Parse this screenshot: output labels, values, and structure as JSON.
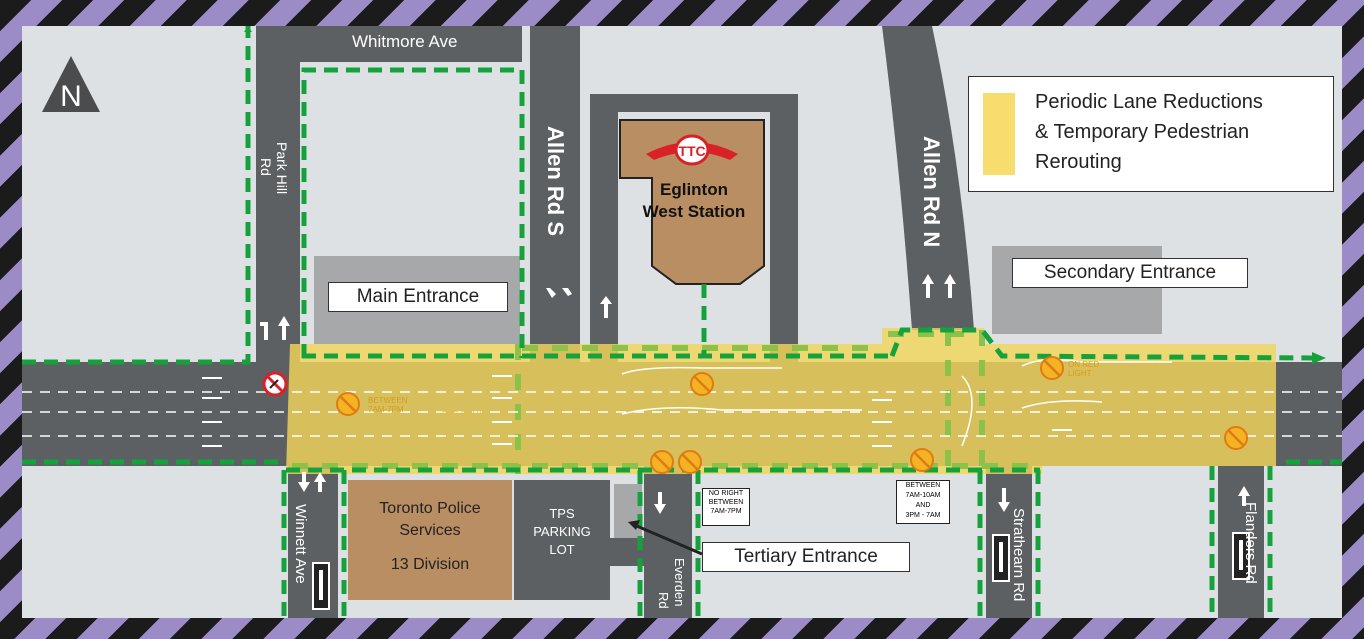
{
  "streets": {
    "whitmore": "Whitmore Ave",
    "park_hill_1": "Park Hill",
    "park_hill_2": "Rd",
    "allen_s": "Allen Rd S",
    "allen_n": "Allen Rd N",
    "winnett": "Winnett Ave",
    "everden_1": "Everden",
    "everden_2": "Rd",
    "strathearn": "Strathearn Rd",
    "flanders": "Flanders Rd"
  },
  "north_label": "N",
  "station": {
    "line1": "Eglinton",
    "line2": "West Station",
    "logo_text": "TTC"
  },
  "entrances": {
    "main": "Main Entrance",
    "secondary": "Secondary Entrance",
    "tertiary": "Tertiary Entrance"
  },
  "police": {
    "line1": "Toronto Police",
    "line2": "Services",
    "line3": "13 Division"
  },
  "tps_lot": {
    "line1": "TPS",
    "line2": "PARKING",
    "line3": "LOT"
  },
  "legend": {
    "line1": "Periodic Lane Reductions",
    "line2": "& Temporary Pedestrian",
    "line3": "Rerouting",
    "swatch_color": "#f7dd6e"
  },
  "signs": {
    "between_7_7": "BETWEEN 7AM-7PM",
    "bus_only": "BUS ONLY",
    "on_red_light": "ON RED LIGHT",
    "no_right_1": "NO RIGHT",
    "no_right_2": "BETWEEN",
    "no_right_3": "7AM-7PM",
    "between_a": "BETWEEN",
    "between_b": "7AM-10AM",
    "between_c": "AND",
    "between_d": "3PM - 7AM"
  },
  "colors": {
    "road": "#5d6062",
    "ground": "#dee1e3",
    "building_grey": "#a6a8aa",
    "station_brown": "#b98e63",
    "ttc_red": "#da2128",
    "dashed_green": "#15a23c",
    "construction_yellow": "#f2d65a",
    "stripe_purple": "#9b8bc7"
  },
  "icons": [
    "north-arrow-icon",
    "ttc-logo-icon",
    "no-turn-icon",
    "no-right-turn-icon",
    "one-way-arrow-icon",
    "lane-arrow-icon"
  ]
}
